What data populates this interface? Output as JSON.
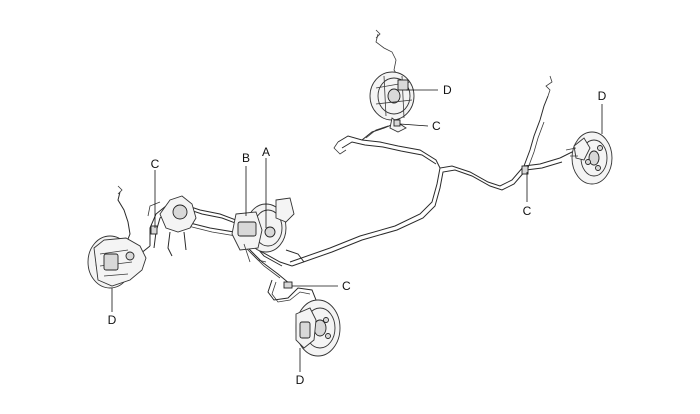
{
  "callouts": {
    "a": "A",
    "b": "B",
    "c_left": "C",
    "c_top": "C",
    "c_right": "C",
    "c_center": "C",
    "d_left": "D",
    "d_top": "D",
    "d_right": "D",
    "d_bottom": "D"
  }
}
